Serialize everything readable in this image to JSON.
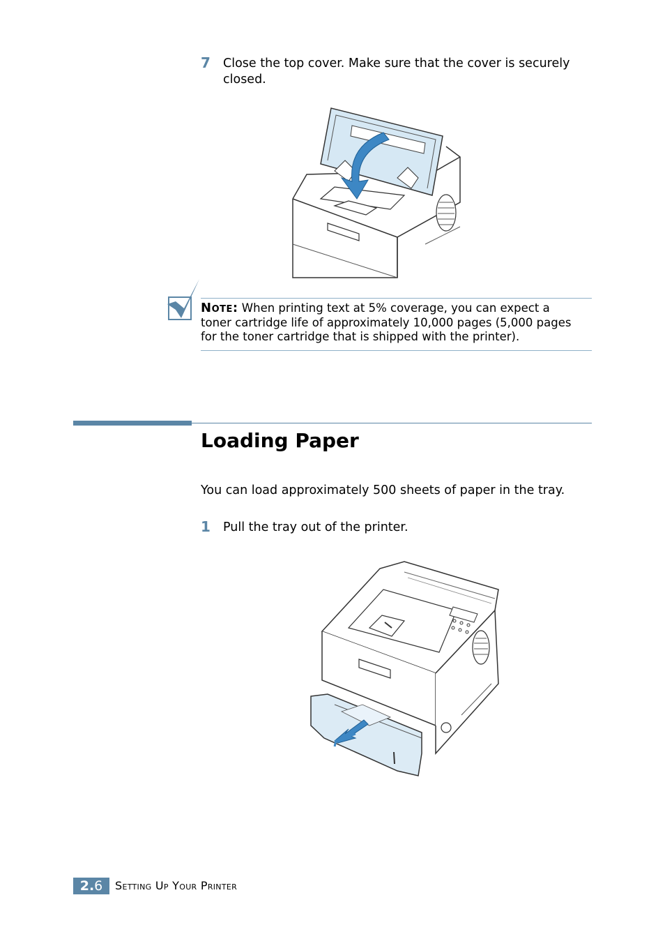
{
  "step7": {
    "number": "7",
    "text_line1": "Close the top cover. Make sure that the cover is securely",
    "text_line2": "closed."
  },
  "note": {
    "label": "Note:",
    "line1": " When printing text at 5% coverage, you can expect a",
    "line2": "toner cartridge life of approximately 10,000 pages (5,000 pages",
    "line3": "for the toner cartridge that is shipped with the printer)."
  },
  "section": {
    "title": "Loading Paper",
    "intro": "You can load approximately 500 sheets of paper in the tray."
  },
  "step1": {
    "number": "1",
    "text": "Pull the tray out of the printer."
  },
  "footer": {
    "page_number_bold": "2.",
    "page_number": "6",
    "chapter_title": "Setting Up Your Printer"
  },
  "colors": {
    "accent": "#5b86a6",
    "arrow": "#3d87c4",
    "tray_fill": "#dcebf5",
    "rule": "#8fb0c8"
  },
  "icons": {
    "note_icon": "checkmark-icon",
    "step7_illustration": "printer-top-cover-closing-illustration",
    "step1_illustration": "printer-tray-pull-out-illustration"
  }
}
